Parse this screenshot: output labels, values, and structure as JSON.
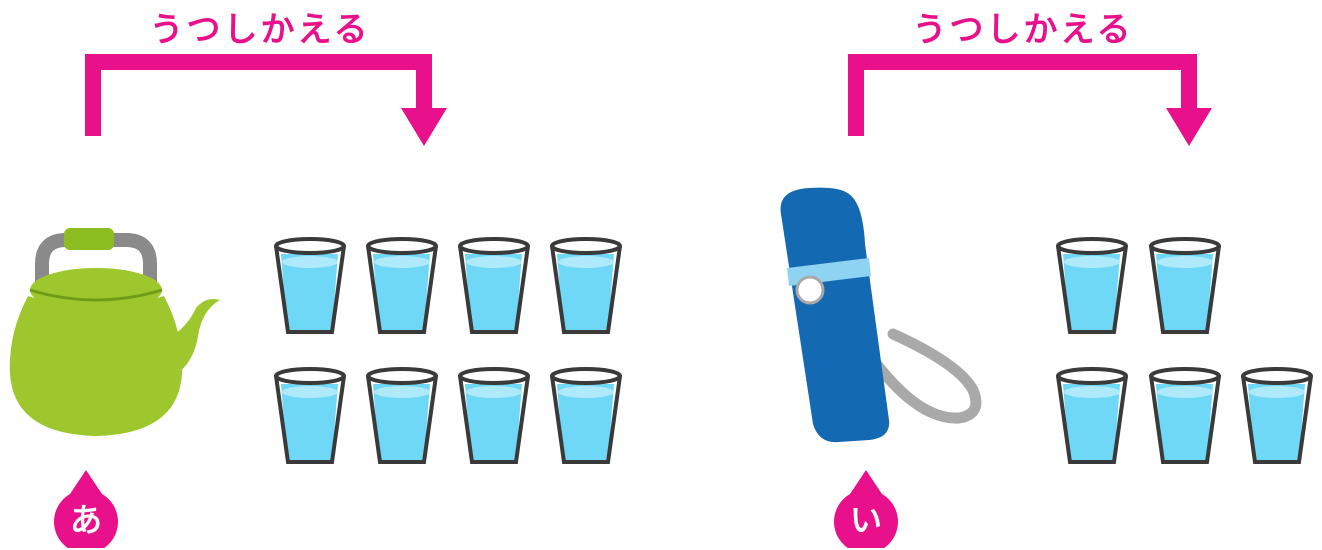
{
  "panels": [
    {
      "title": "うつしかえる",
      "container_icon": "kettle-icon",
      "label": "あ",
      "glass_count": 8
    },
    {
      "title": "うつしかえる",
      "container_icon": "thermos-icon",
      "label": "い",
      "glass_count": 5
    }
  ],
  "colors": {
    "accent": "#e8108b",
    "kettle": "#9dc72c",
    "kettle_lid": "#8cbd21",
    "handle": "#8a8a8a",
    "thermos": "#1469b3",
    "thermos_band": "#8fd3f2",
    "water": "#6fd8f6",
    "water_top": "#aeeafb",
    "glass_outline": "#3a3a3a"
  }
}
